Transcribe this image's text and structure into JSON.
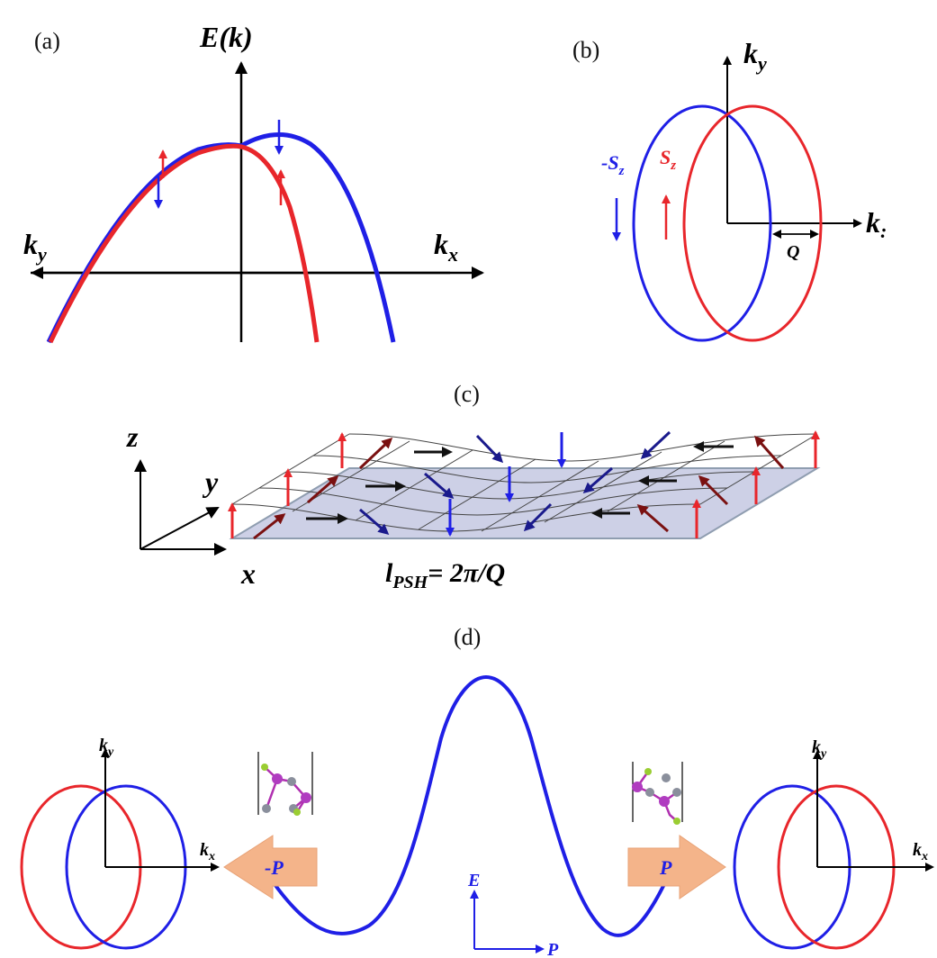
{
  "colors": {
    "spin_up": "#e8262b",
    "spin_down": "#1f1fe6",
    "dark_red": "#7a1010",
    "dark_blue": "#1a1a8c",
    "plane_fill": "#cdd0e6",
    "arrow_box": "#f4b48a"
  },
  "panel_a": {
    "label": "(a)",
    "y_axis": "E(k)",
    "x_left": "k",
    "x_left_sub": "y",
    "x_right": "k",
    "x_right_sub": "x"
  },
  "panel_b": {
    "label": "(b)",
    "y_axis": "k",
    "y_axis_sub": "y",
    "x_axis": "k",
    "x_axis_sub": ":",
    "minus_sz": "-S",
    "sz": "S",
    "sz_sub": "z",
    "shift": "Q"
  },
  "panel_c": {
    "label": "(c)",
    "z": "z",
    "y": "y",
    "x": "x",
    "eq_l": "l",
    "eq_sub": "PSH",
    "eq_rhs": "= 2π/Q"
  },
  "panel_d": {
    "label": "(d)",
    "left_ky": "k",
    "left_ky_sub": "y",
    "left_kx": "k",
    "left_kx_sub": "x",
    "right_ky": "k",
    "right_ky_sub": "y",
    "right_kx": "k",
    "right_kx_sub": "x",
    "minus_p": "-P",
    "p": "P",
    "energy": "E",
    "polarization": "P"
  }
}
